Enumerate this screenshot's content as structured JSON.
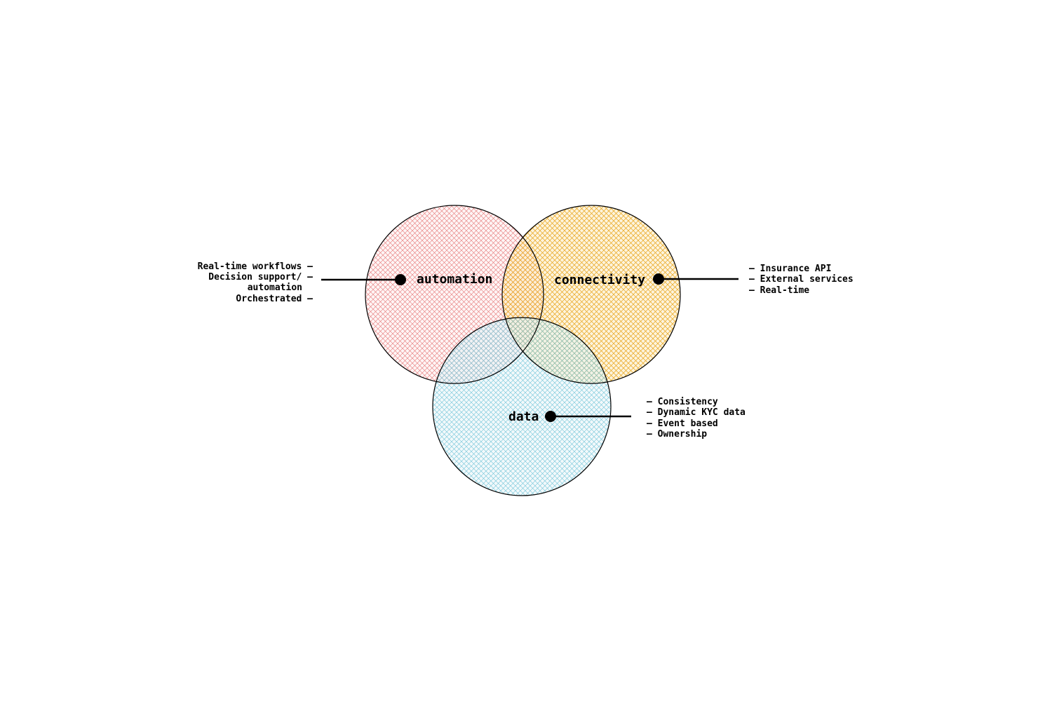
{
  "circles": {
    "automation": {
      "label": "automation",
      "color": "#e57373",
      "fill": "#fbe3e3",
      "notes": [
        "Real-time workflows –",
        "Decision support/ –",
        "automation",
        "Orchestrated –"
      ]
    },
    "connectivity": {
      "label": "connectivity",
      "color": "#e8a317",
      "fill": "#fbe7b4",
      "notes": [
        "– Insurance API",
        "– External services",
        "– Real-time"
      ]
    },
    "data": {
      "label": "data",
      "color": "#6ec3d8",
      "fill": "#e3f1f6",
      "notes": [
        "– Consistency",
        "– Dynamic KYC data",
        "– Event based",
        "– Ownership"
      ]
    }
  }
}
